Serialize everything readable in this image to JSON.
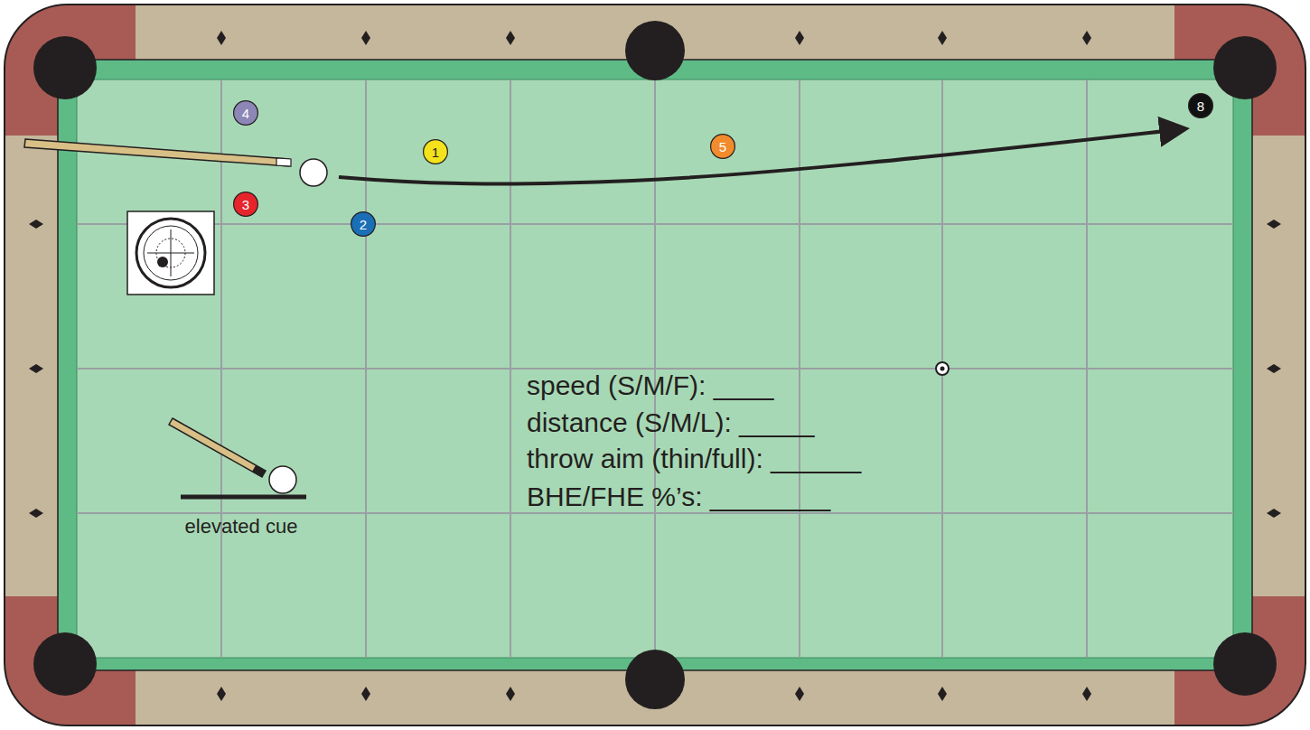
{
  "diagram": {
    "nodes": [
      {
        "text": [
          "4"
        ]
      },
      {
        "text": [
          "1"
        ]
      },
      {
        "text": [
          "5"
        ]
      },
      {
        "text": [
          "8"
        ]
      },
      {
        "text": [
          "3"
        ]
      },
      {
        "text": [
          "2"
        ]
      }
    ],
    "labels": [
      "elevated cue",
      "speed (S/M/F): ____",
      "distance (S/M/L): _____",
      "throw aim (thin/full): ______",
      "BHE/FHE %’s: ________"
    ]
  }
}
